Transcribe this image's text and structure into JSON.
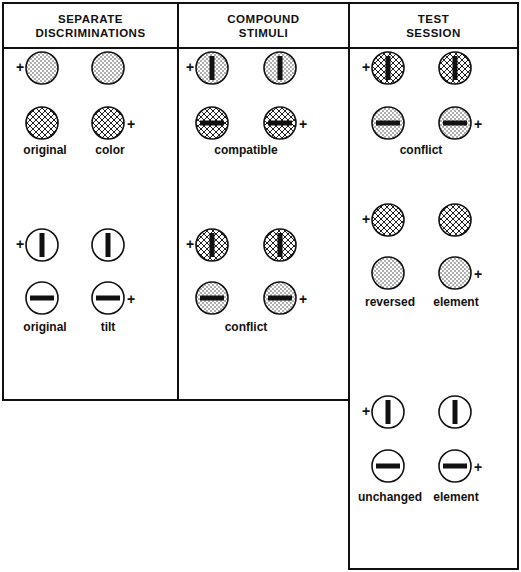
{
  "diagram": {
    "nodes": [
      {
        "text": [
          "SEPARATE DISCRIMINATIONS"
        ]
      },
      {
        "text": [
          "COMPOUND STIMULI"
        ]
      },
      {
        "text": [
          "TEST SESSION"
        ]
      }
    ],
    "labels": [
      "+",
      "+",
      "original",
      "color",
      "+",
      "+",
      "original",
      "tilt",
      "+",
      "+",
      "compatible",
      "+",
      "+",
      "conflict",
      "+",
      "+",
      "conflict",
      "+",
      "+",
      "reversed",
      "element",
      "+",
      "+",
      "unchanged",
      "element"
    ]
  }
}
